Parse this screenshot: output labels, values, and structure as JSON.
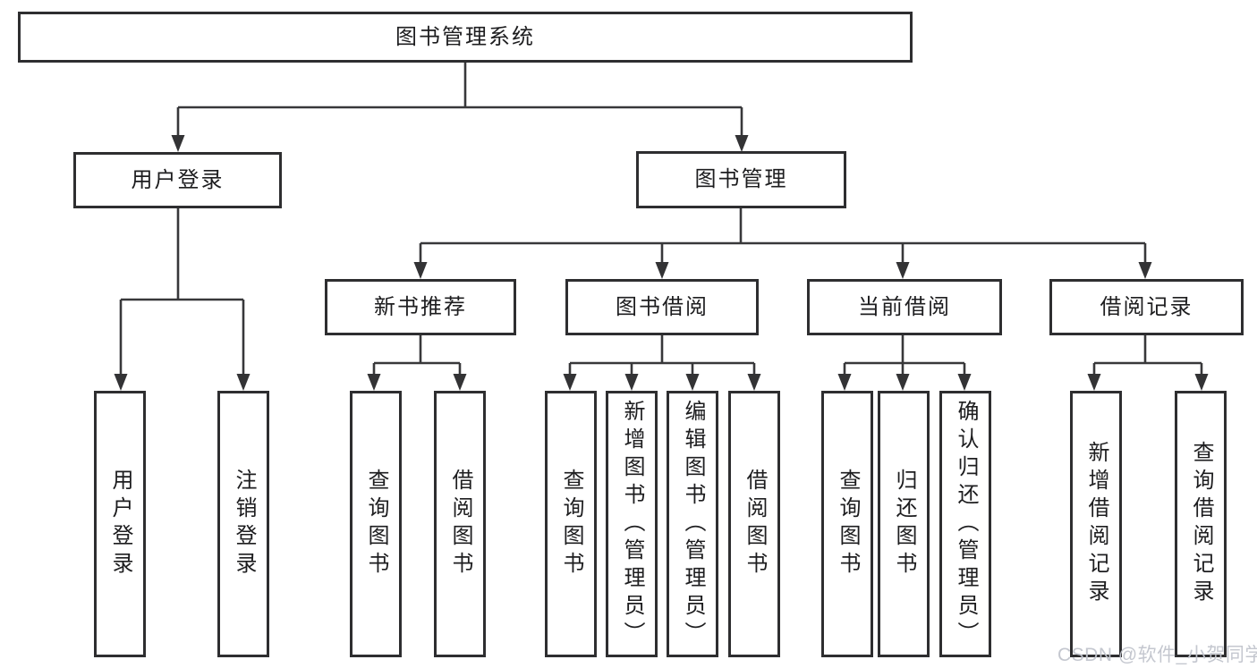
{
  "nodes": {
    "root": "图书管理系统",
    "level2": [
      "用户登录",
      "图书管理"
    ],
    "level3": [
      "新书推荐",
      "图书借阅",
      "当前借阅",
      "借阅记录"
    ],
    "leaves": [
      "用户登录",
      "注销登录",
      "查询图书",
      "借阅图书",
      "查询图书",
      "新增图书（管理员）",
      "编辑图书（管理员）",
      "借阅图书",
      "查询图书",
      "归还图书",
      "确认归还（管理员）",
      "新增借阅记录",
      "查询借阅记录"
    ]
  },
  "watermark": "CSDN @软件_小贺同学",
  "colors": {
    "line": "#38383a",
    "border": "#2e2e30",
    "text": "#1d1d1f",
    "watermark": "#c1c4cc",
    "background": "#ffffff"
  }
}
